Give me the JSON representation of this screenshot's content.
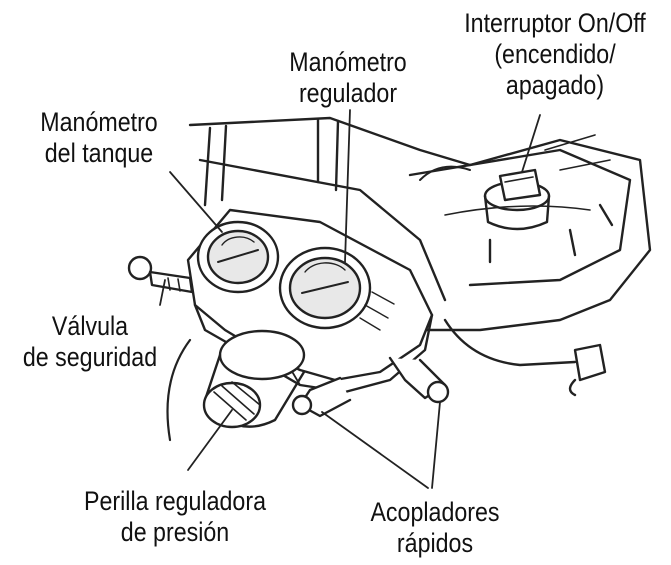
{
  "labels": {
    "switch": {
      "line1": "Interruptor On/Off",
      "line2": "(encendido/",
      "line3": "apagado)"
    },
    "regulator_gauge": {
      "line1": "Manómetro",
      "line2": "regulador"
    },
    "tank_gauge": {
      "line1": "Manómetro",
      "line2": "del tanque"
    },
    "safety_valve": {
      "line1": "Válvula",
      "line2": "de seguridad"
    },
    "pressure_knob": {
      "line1": "Perilla reguladora",
      "line2": "de presión"
    },
    "quick_couplers": {
      "line1": "Acopladores",
      "line2": "rápidos"
    }
  },
  "colors": {
    "ink": "#111111",
    "line": "#222222",
    "shade": "#bdbdbd",
    "background": "#ffffff"
  }
}
